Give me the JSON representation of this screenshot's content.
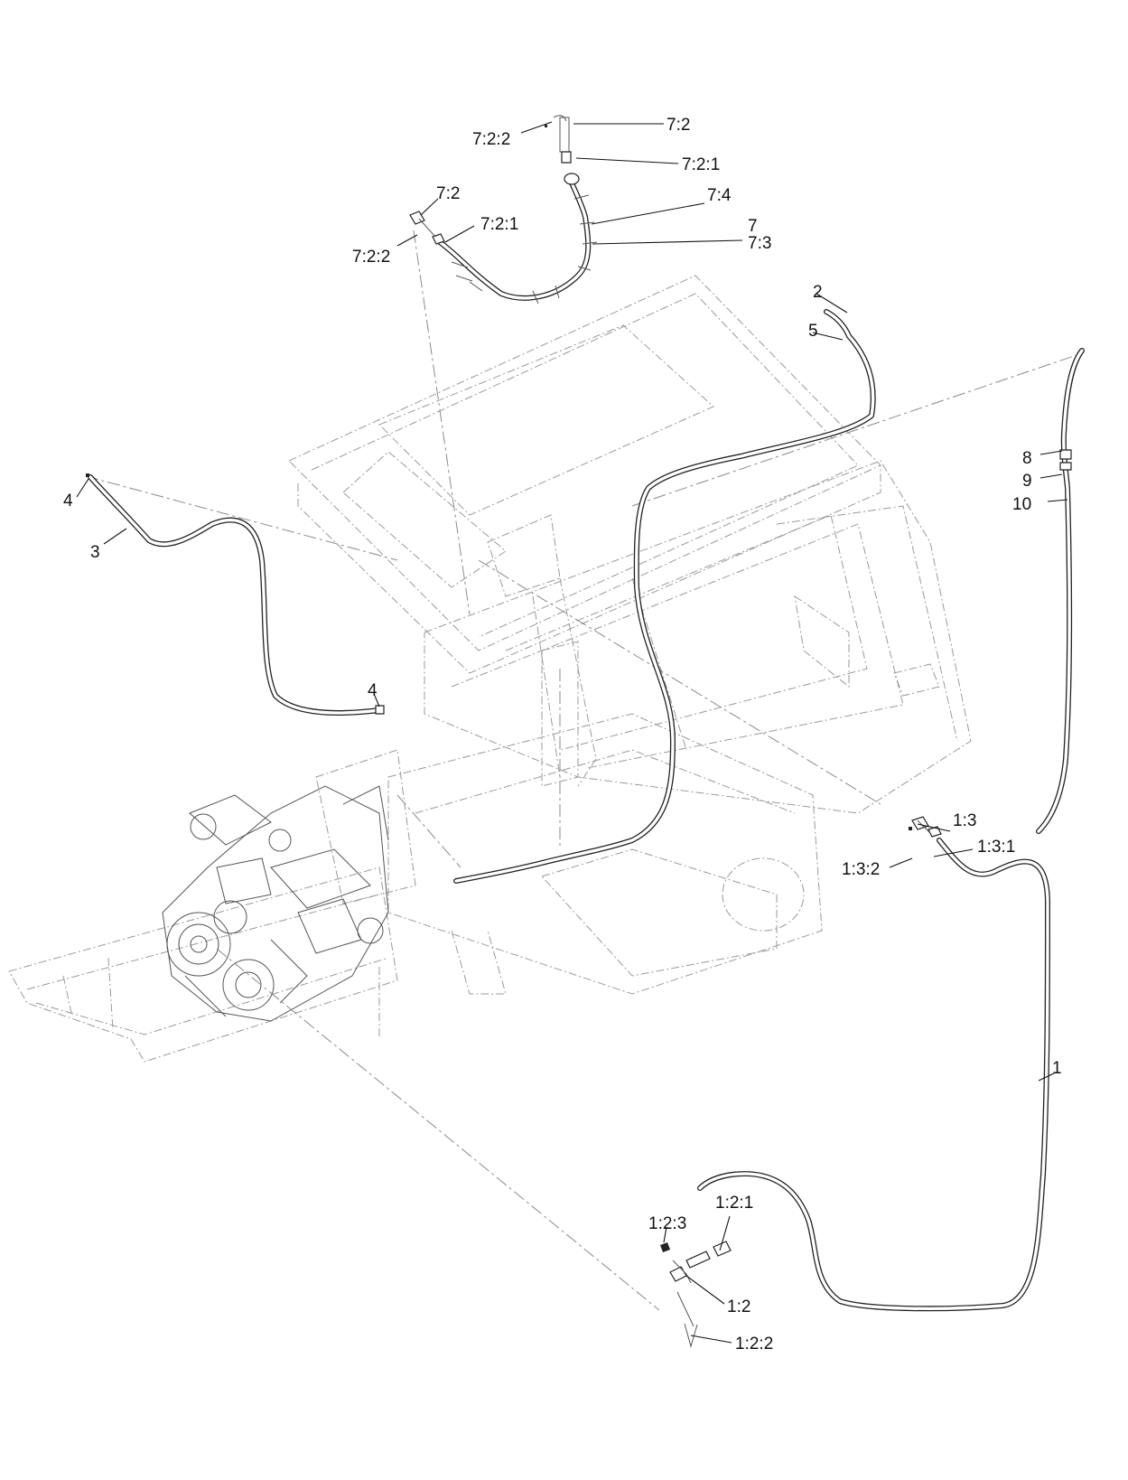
{
  "callouts": [
    {
      "id": "c-7-2-top",
      "text": "7:2"
    },
    {
      "id": "c-7-2-2-top",
      "text": "7:2:2"
    },
    {
      "id": "c-7-2-1-top",
      "text": "7:2:1"
    },
    {
      "id": "c-7-2-left",
      "text": "7:2"
    },
    {
      "id": "c-7-2-1-left",
      "text": "7:2:1"
    },
    {
      "id": "c-7-2-2-left",
      "text": "7:2:2"
    },
    {
      "id": "c-7-4",
      "text": "7:4"
    },
    {
      "id": "c-7",
      "text": "7"
    },
    {
      "id": "c-7-3",
      "text": "7:3"
    },
    {
      "id": "c-2",
      "text": "2"
    },
    {
      "id": "c-5",
      "text": "5"
    },
    {
      "id": "c-8",
      "text": "8"
    },
    {
      "id": "c-9",
      "text": "9"
    },
    {
      "id": "c-10",
      "text": "10"
    },
    {
      "id": "c-4-top",
      "text": "4"
    },
    {
      "id": "c-3",
      "text": "3"
    },
    {
      "id": "c-4-mid",
      "text": "4"
    },
    {
      "id": "c-1-3",
      "text": "1:3"
    },
    {
      "id": "c-1-3-1",
      "text": "1:3:1"
    },
    {
      "id": "c-1-3-2",
      "text": "1:3:2"
    },
    {
      "id": "c-1",
      "text": "1"
    },
    {
      "id": "c-1-2-1",
      "text": "1:2:1"
    },
    {
      "id": "c-1-2-3",
      "text": "1:2:3"
    },
    {
      "id": "c-1-2",
      "text": "1:2"
    },
    {
      "id": "c-1-2-2",
      "text": "1:2:2"
    }
  ]
}
